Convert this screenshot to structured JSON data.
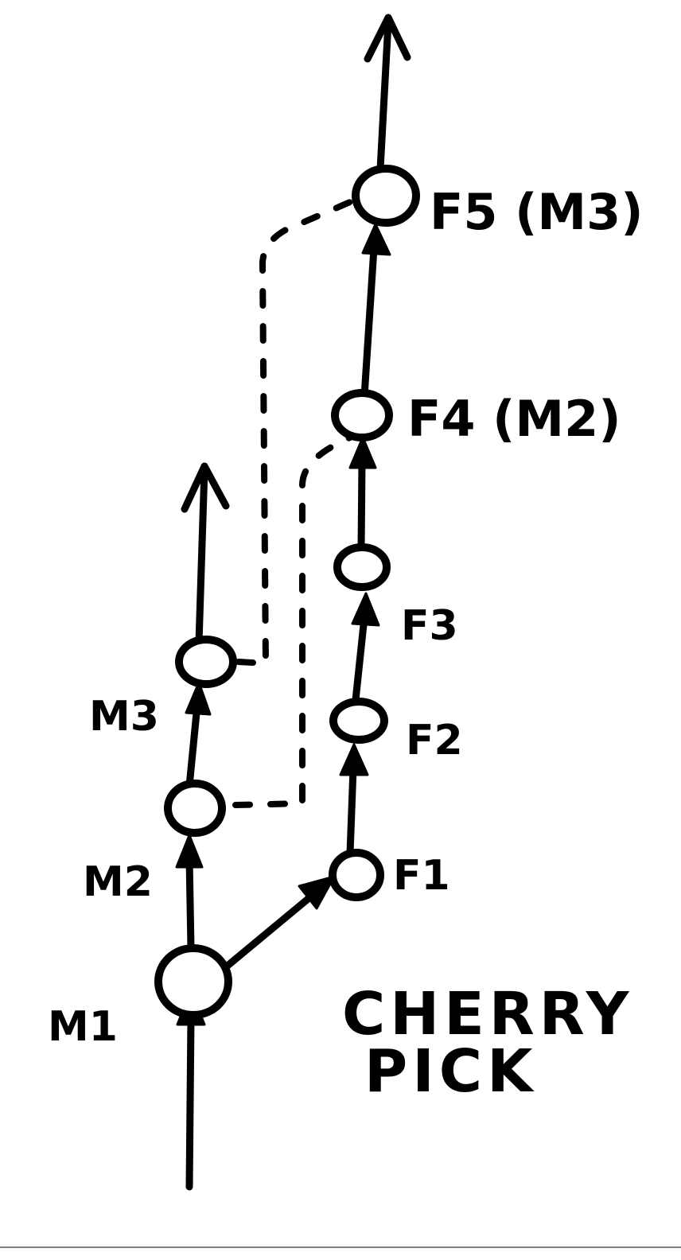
{
  "nodes": {
    "m1": "M1",
    "m2": "M2",
    "m3": "M3",
    "f1": "F1",
    "f2": "F2",
    "f3": "F3",
    "f4": "F4 (M2)",
    "f5": "F5 (M3)"
  },
  "title": {
    "line1": "CHERRY",
    "line2": "PICK"
  }
}
